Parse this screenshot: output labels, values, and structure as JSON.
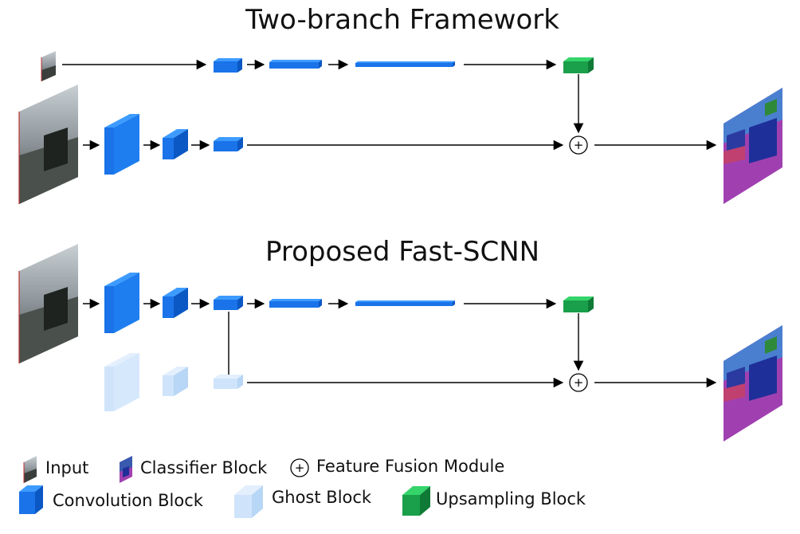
{
  "diagram": {
    "top_title": "Two-branch Framework",
    "bottom_title": "Proposed Fast-SCNN",
    "fusion_symbol": "+"
  },
  "legend": {
    "input": "Input",
    "classifier": "Classifier Block",
    "fusion": "Feature Fusion Module",
    "convolution": "Convolution Block",
    "ghost": "Ghost Block",
    "upsampling": "Upsampling Block"
  },
  "colors": {
    "conv_front": "#1a73e8",
    "conv_top": "#3d9bff",
    "conv_side": "#0b57c4",
    "ghost_front": "#cfe4fb",
    "ghost_top": "#e3effd",
    "ghost_side": "#b8d6f5",
    "up_front": "#1a9f4a",
    "up_top": "#34d46a",
    "up_side": "#0f7a36",
    "seg_purple": "#a040b0",
    "seg_blue": "#1f2f99",
    "seg_sky": "#4a7fd0",
    "street_gray": "#5a605c"
  },
  "icons": [
    "input-image-icon",
    "classifier-output-icon",
    "fusion-circle-icon",
    "convolution-block-icon",
    "ghost-block-icon",
    "upsampling-block-icon"
  ]
}
